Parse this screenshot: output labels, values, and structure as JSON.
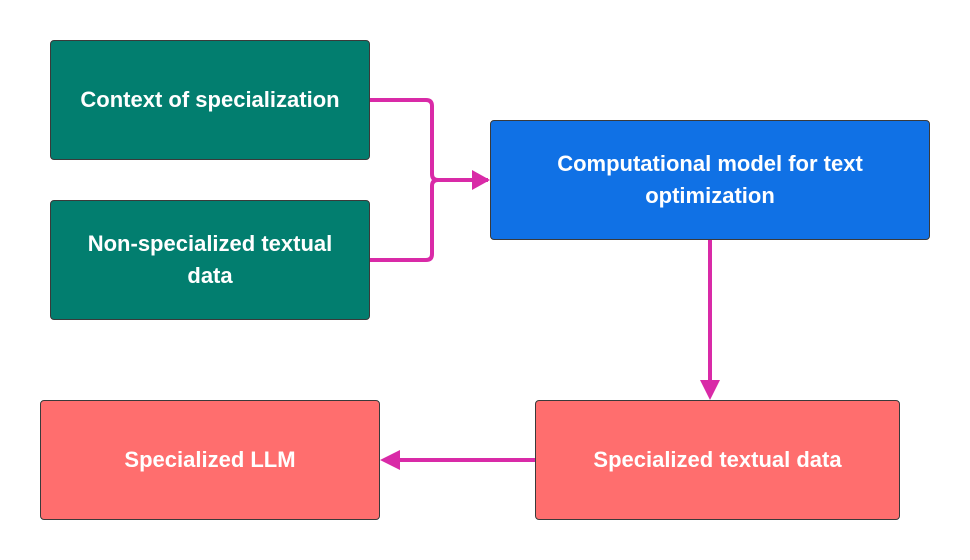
{
  "colors": {
    "input": "#027E6F",
    "process": "#1071E5",
    "output": "#FF6E6E",
    "arrow": "#D92AA7"
  },
  "nodes": {
    "context": "Context of specialization",
    "non_specialized": "Non-specialized textual data",
    "model": "Computational model for text optimization",
    "specialized_data": "Specialized textual data",
    "specialized_llm": "Specialized LLM"
  }
}
